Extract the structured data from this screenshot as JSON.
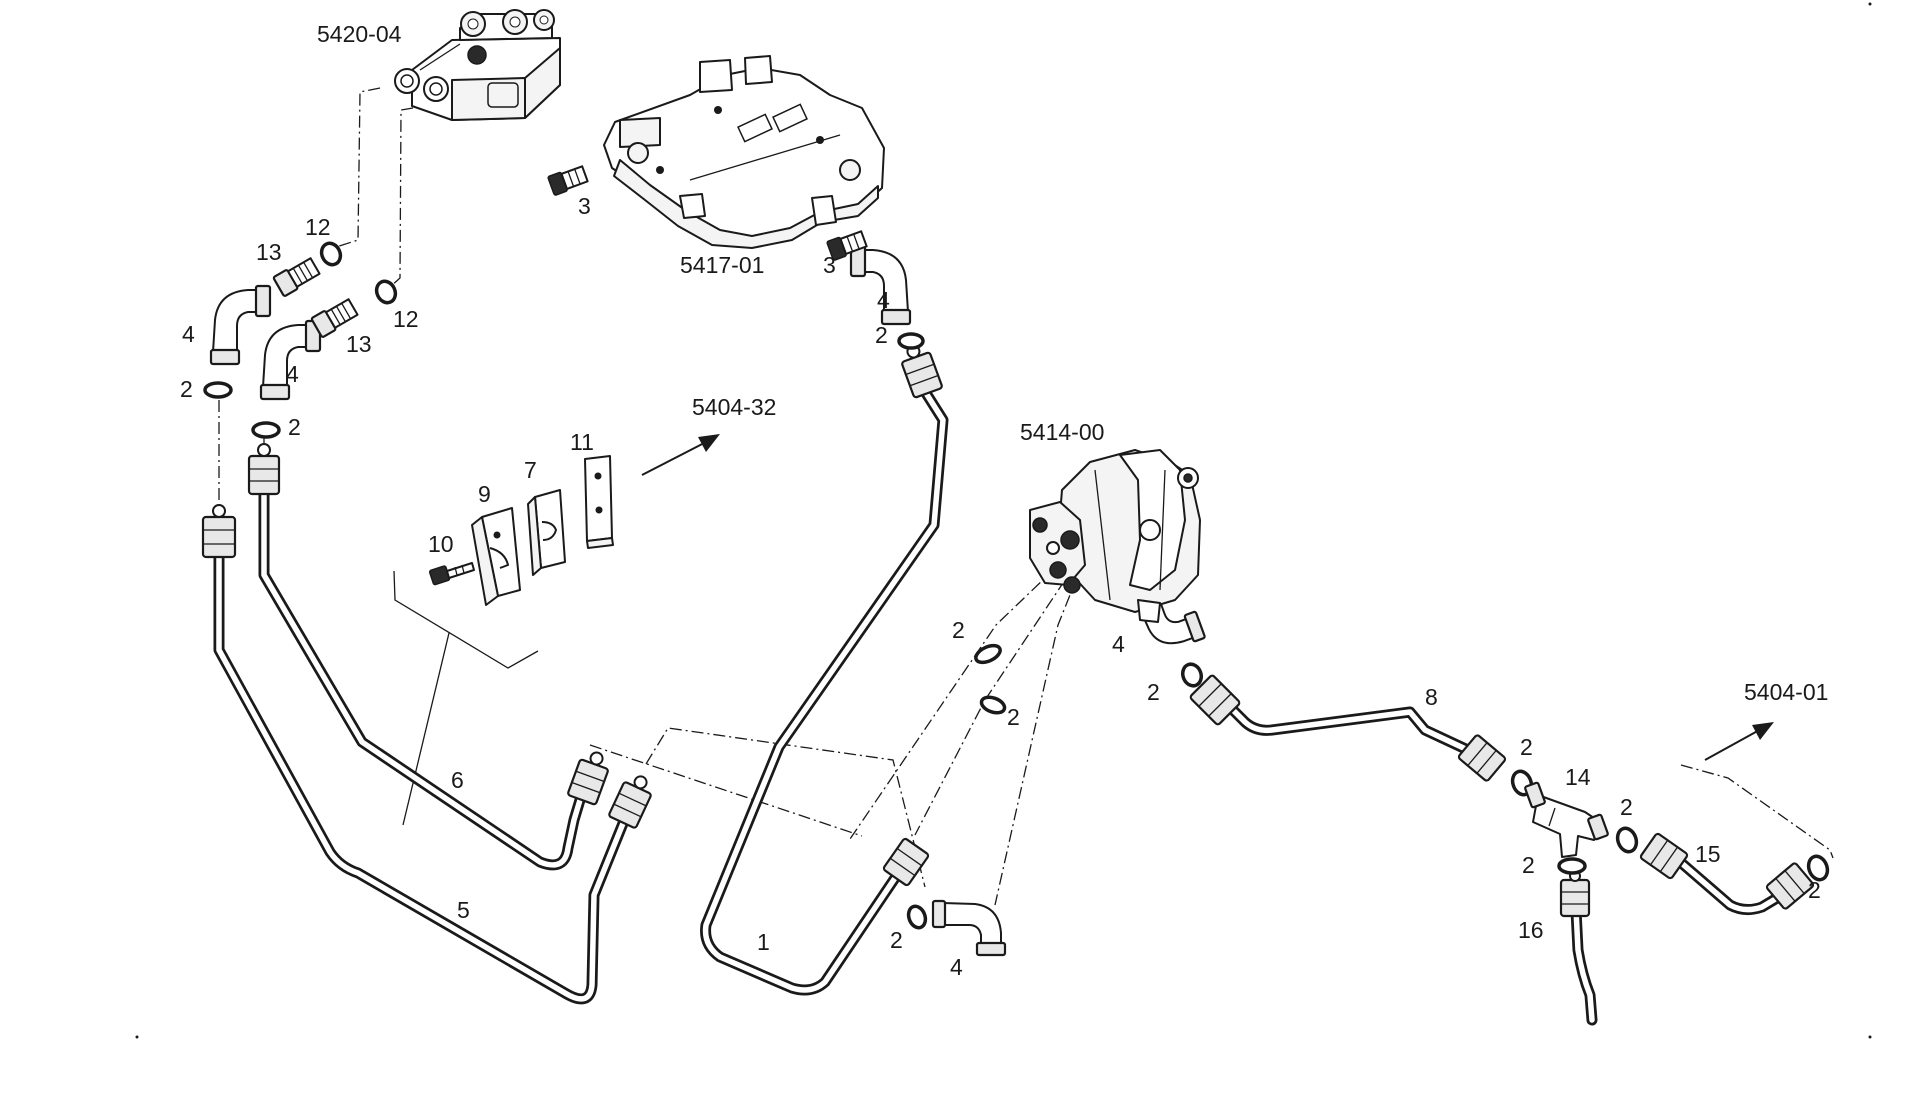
{
  "diagram": {
    "assembly_refs": {
      "a5420_04": "5420-04",
      "a5417_01": "5417-01",
      "a5404_32": "5404-32",
      "a5414_00": "5414-00",
      "a5404_01": "5404-01"
    },
    "callouts": {
      "c12_a": "12",
      "c13_a": "13",
      "c4_a": "4",
      "c13_b": "13",
      "c12_b": "12",
      "c4_b": "4",
      "c2_a": "2",
      "c2_b": "2",
      "c3_a": "3",
      "c3_b": "3",
      "c4_c": "4",
      "c2_c": "2",
      "c11": "11",
      "c7": "7",
      "c9": "9",
      "c10": "10",
      "c6": "6",
      "c5": "5",
      "c1": "1",
      "c2_d": "2",
      "c2_e": "2",
      "c4_d": "4",
      "c2_f": "2",
      "c4_e": "4",
      "c8": "8",
      "c2_g": "2",
      "c14": "14",
      "c2_h": "2",
      "c2_i": "2",
      "c15": "15",
      "c2_j": "2",
      "c16": "16"
    }
  }
}
